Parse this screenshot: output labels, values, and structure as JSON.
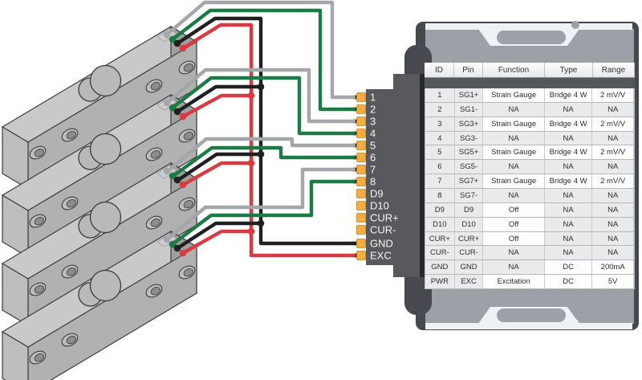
{
  "colors": {
    "wires": {
      "gray": "#a4a6a9",
      "green": "#1c7a45",
      "black": "#202020",
      "red": "#da3b40"
    },
    "pin_pad": "#f2ac41",
    "pin_pad_border": "#bb8125",
    "pin_tip": "#1b1b1b",
    "device_panel": "#9ba1a7",
    "device_dark": "#45484c",
    "flange_light": "#eef2f5",
    "terminal_block": "#57595d"
  },
  "load_cells": {
    "count": 4,
    "type": "strain-gauge-load-cell"
  },
  "terminal_block": {
    "pins": [
      {
        "label": "1",
        "wired": true,
        "wire": "gray"
      },
      {
        "label": "2",
        "wired": true,
        "wire": "green"
      },
      {
        "label": "3",
        "wired": true,
        "wire": "gray"
      },
      {
        "label": "4",
        "wired": true,
        "wire": "green"
      },
      {
        "label": "5",
        "wired": true,
        "wire": "gray"
      },
      {
        "label": "6",
        "wired": true,
        "wire": "green"
      },
      {
        "label": "7",
        "wired": true,
        "wire": "gray"
      },
      {
        "label": "8",
        "wired": true,
        "wire": "green"
      },
      {
        "label": "D9",
        "wired": false,
        "wire": "none"
      },
      {
        "label": "D10",
        "wired": false,
        "wire": "none"
      },
      {
        "label": "CUR+",
        "wired": false,
        "wire": "none"
      },
      {
        "label": "CUR-",
        "wired": false,
        "wire": "none"
      },
      {
        "label": "GND",
        "wired": true,
        "wire": "black"
      },
      {
        "label": "EXC",
        "wired": true,
        "wire": "red"
      }
    ]
  },
  "io_table": {
    "headers": [
      "ID",
      "Pin",
      "Function",
      "Type",
      "Range"
    ],
    "rows": [
      [
        "1",
        "SG1+",
        "Strain Gauge",
        "Bridge 4 W",
        "2 mV/V"
      ],
      [
        "2",
        "SG1-",
        "NA",
        "NA",
        "NA"
      ],
      [
        "3",
        "SG3+",
        "Strain Gauge",
        "Bridge 4 W",
        "2 mV/V"
      ],
      [
        "4",
        "SG3-",
        "NA",
        "NA",
        "NA"
      ],
      [
        "5",
        "SG5+",
        "Strain Gauge",
        "Bridge 4 W",
        "2 mV/V"
      ],
      [
        "6",
        "SG5-",
        "NA",
        "NA",
        "NA"
      ],
      [
        "7",
        "SG7+",
        "Strain Gauge",
        "Bridge 4 W",
        "2 mV/V"
      ],
      [
        "8",
        "SG7-",
        "NA",
        "NA",
        "NA"
      ],
      [
        "D9",
        "D9",
        "Off",
        "NA",
        "NA"
      ],
      [
        "D10",
        "D10",
        "Off",
        "NA",
        "NA"
      ],
      [
        "CUR+",
        "CUR+",
        "Off",
        "NA",
        "NA"
      ],
      [
        "CUR-",
        "CUR-",
        "NA",
        "NA",
        "NA"
      ],
      [
        "GND",
        "GND",
        "NA",
        "DC",
        "200mA"
      ],
      [
        "PWR",
        "EXC",
        "Excitation",
        "DC",
        "5V"
      ]
    ]
  }
}
